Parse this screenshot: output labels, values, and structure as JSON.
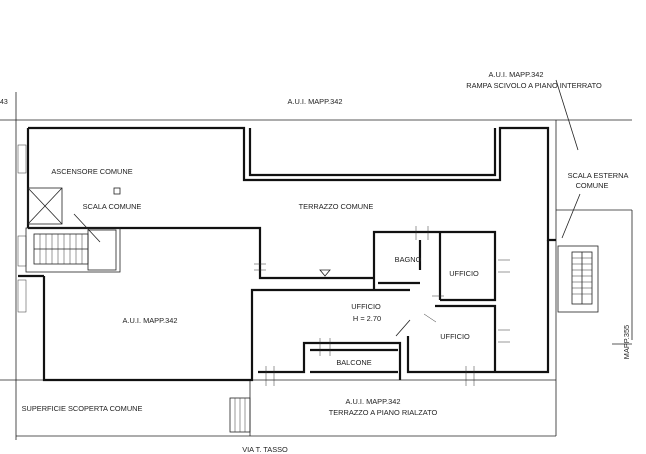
{
  "labels": {
    "edge_left": "43",
    "aui_top": "A.U.I. MAPP.342",
    "aui_top_right_1": "A.U.I. MAPP.342",
    "aui_top_right_2": "RAMPA SCIVOLO A PIANO INTERRATO",
    "ascensore": "ASCENSORE COMUNE",
    "scala_comune": "SCALA COMUNE",
    "terrazzo_comune": "TERRAZZO COMUNE",
    "scala_esterna_1": "SCALA ESTERNA",
    "scala_esterna_2": "COMUNE",
    "bagno": "BAGNO",
    "ufficio_right_top": "UFFICIO",
    "ufficio_main": "UFFICIO",
    "ufficio_height": "H = 2.70",
    "ufficio_right_bottom": "UFFICIO",
    "aui_left": "A.U.I. MAPP.342",
    "balcone": "BALCONE",
    "mapp_355": "MAPP.355",
    "superficie": "SUPERFICIE SCOPERTA COMUNE",
    "aui_bottom_1": "A.U.I. MAPP.342",
    "aui_bottom_2": "TERRAZZO A PIANO RIALZATO",
    "street": "VIA T. TASSO"
  }
}
